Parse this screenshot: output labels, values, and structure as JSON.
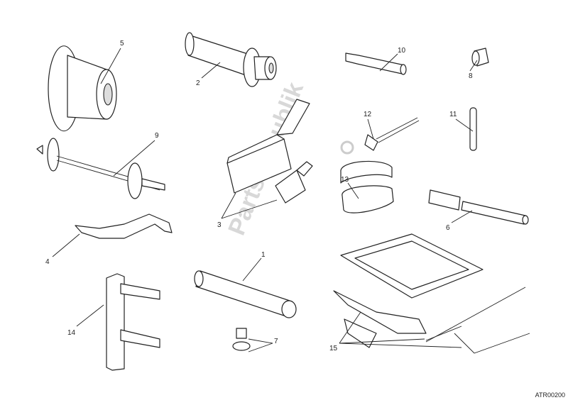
{
  "watermark": "PartsRepublik",
  "diagram_code": "ATR00200",
  "callouts": {
    "c1": "1",
    "c2": "2",
    "c3": "3",
    "c4": "4",
    "c5": "5",
    "c6": "6",
    "c7": "7",
    "c8": "8",
    "c9": "9",
    "c10": "10",
    "c11": "11",
    "c12": "12",
    "c13": "13",
    "c14": "14",
    "c15": "15"
  }
}
